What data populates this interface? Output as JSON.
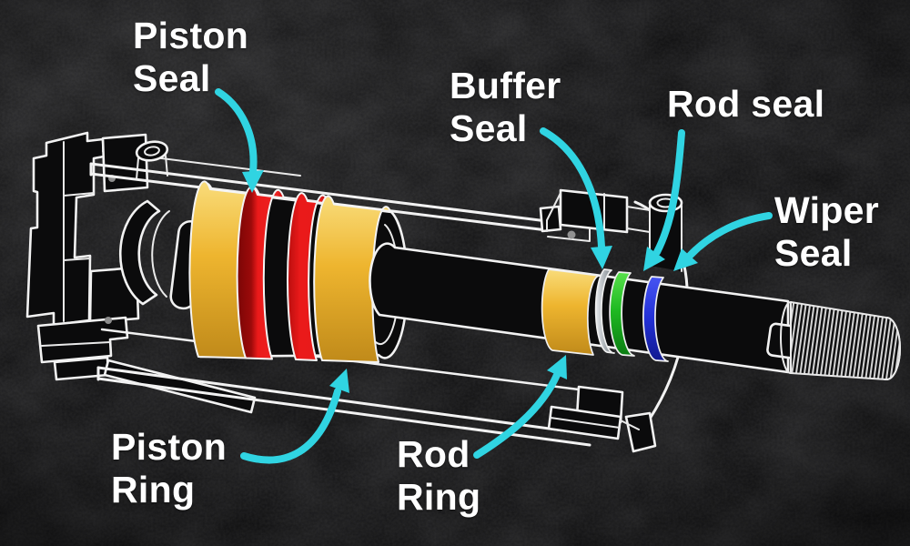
{
  "labels": {
    "piston_seal": {
      "line1": "Piston",
      "line2": "Seal"
    },
    "buffer_seal": {
      "line1": "Buffer",
      "line2": "Seal"
    },
    "rod_seal": {
      "line1": "Rod seal"
    },
    "wiper_seal": {
      "line1": "Wiper",
      "line2": "Seal"
    },
    "piston_ring": {
      "line1": "Piston",
      "line2": "Ring"
    },
    "rod_ring": {
      "line1": "Rod",
      "line2": "Ring"
    }
  },
  "colors": {
    "background": "#0c0c0d",
    "outline": "#f2f2f2",
    "label_text": "#ffffff",
    "arrow": "#30d4e2",
    "piston_ring_yellow_light": "#f9dc7a",
    "piston_ring_yellow": "#eeb52f",
    "piston_ring_yellow_dark": "#c08a1a",
    "piston_seal_red_dark": "#7a0606",
    "piston_seal_red": "#ea1a1a",
    "buffer_seal_gray_light": "#e8ebee",
    "buffer_seal_gray": "#a9afb4",
    "buffer_seal_gray_dark": "#75797e",
    "rod_seal_green_light": "#58e04b",
    "rod_seal_green": "#1fba22",
    "rod_seal_green_dark": "#0b7c12",
    "wiper_seal_blue_light": "#4654f2",
    "wiper_seal_blue": "#2230d6",
    "wiper_seal_blue_dark": "#121a8e"
  },
  "components": [
    {
      "label": "Piston Seal",
      "color": "#ea1a1a"
    },
    {
      "label": "Piston Ring",
      "color": "#eeb52f"
    },
    {
      "label": "Buffer Seal",
      "color": "#a9afb4"
    },
    {
      "label": "Rod seal",
      "color": "#1fba22"
    },
    {
      "label": "Wiper Seal",
      "color": "#2230d6"
    },
    {
      "label": "Rod Ring",
      "color": "#eeb52f"
    }
  ]
}
